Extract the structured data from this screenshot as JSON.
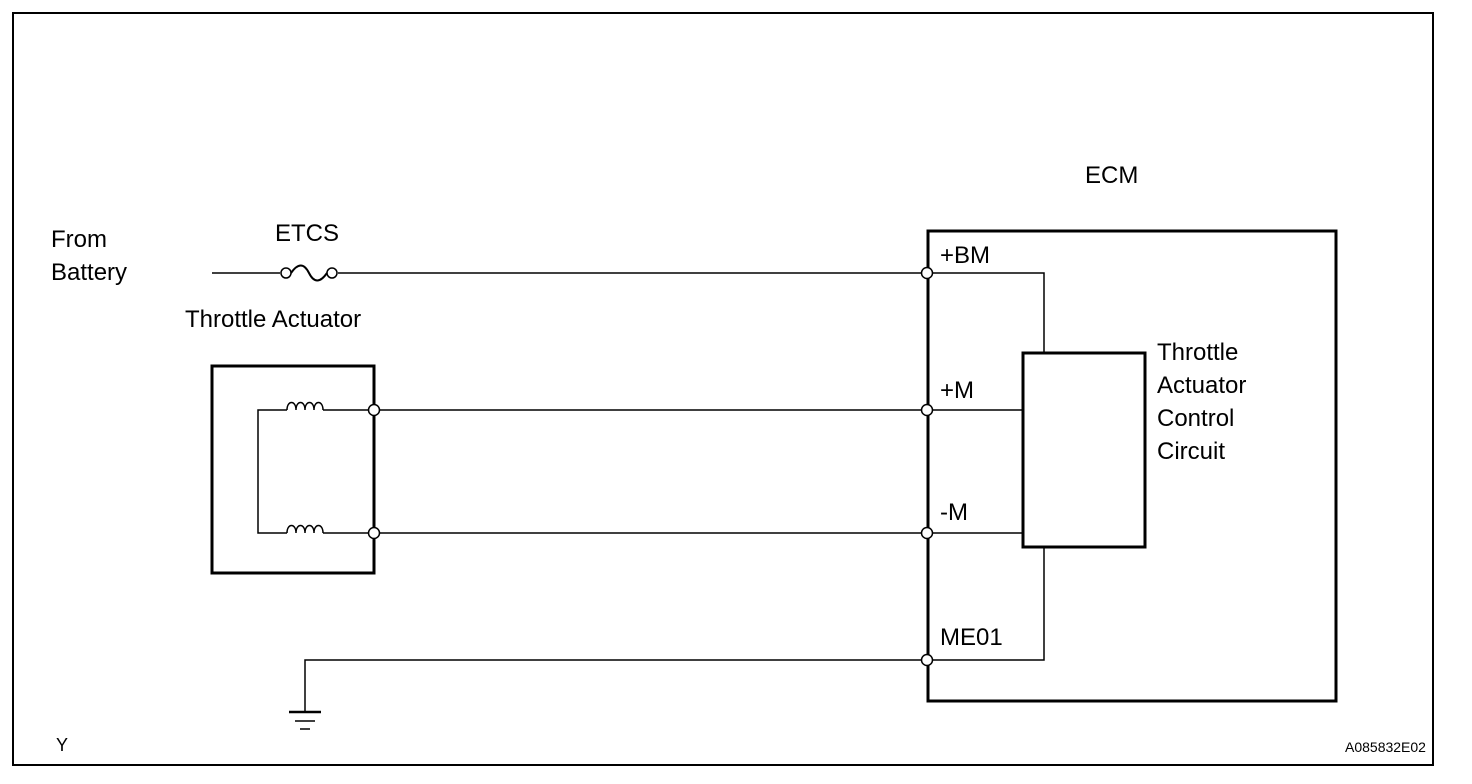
{
  "source": {
    "label_line1": "From",
    "label_line2": "Battery"
  },
  "fuse": {
    "label": "ETCS"
  },
  "actuator": {
    "label": "Throttle Actuator"
  },
  "ecm": {
    "label": "ECM",
    "pins": {
      "bm": "+BM",
      "m_plus": "+M",
      "m_minus": "-M",
      "me01": "ME01"
    },
    "circuit_lines": [
      "Throttle",
      "Actuator",
      "Control",
      "Circuit"
    ]
  },
  "footer": {
    "left_code": "Y",
    "figure_id": "A085832E02"
  }
}
